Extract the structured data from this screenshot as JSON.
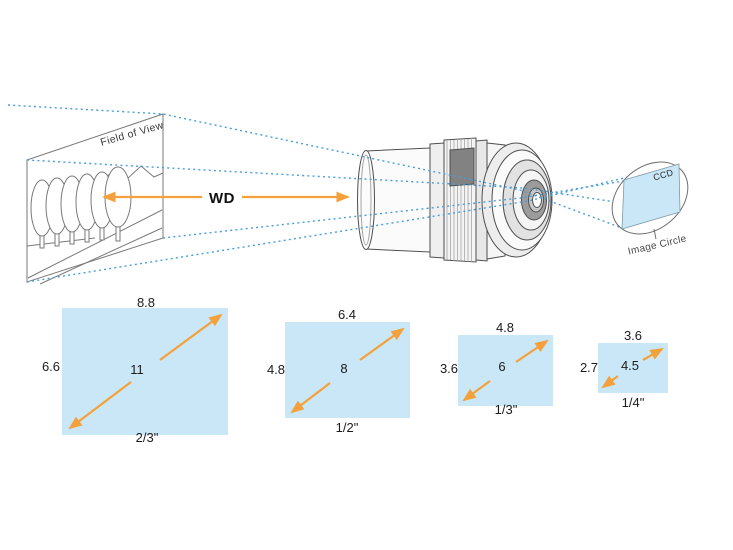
{
  "scene": {
    "field_of_view_label": "Field of View",
    "working_distance_label": "WD",
    "ccd_label": "CCD",
    "image_circle_label": "Image Circle"
  },
  "colors": {
    "sensor_fill": "#c9e7f6",
    "arrow_orange": "#f4a13c",
    "ray_blue": "#4a9ed8",
    "line_gray": "#7a7a7a",
    "text_dark": "#1c1c1c"
  },
  "sensor_formats": [
    {
      "format": "2/3\"",
      "width_mm": "8.8",
      "height_mm": "6.6",
      "diagonal_mm": "11"
    },
    {
      "format": "1/2\"",
      "width_mm": "6.4",
      "height_mm": "4.8",
      "diagonal_mm": "8"
    },
    {
      "format": "1/3\"",
      "width_mm": "4.8",
      "height_mm": "3.6",
      "diagonal_mm": "6"
    },
    {
      "format": "1/4\"",
      "width_mm": "3.6",
      "height_mm": "2.7",
      "diagonal_mm": "4.5"
    }
  ]
}
